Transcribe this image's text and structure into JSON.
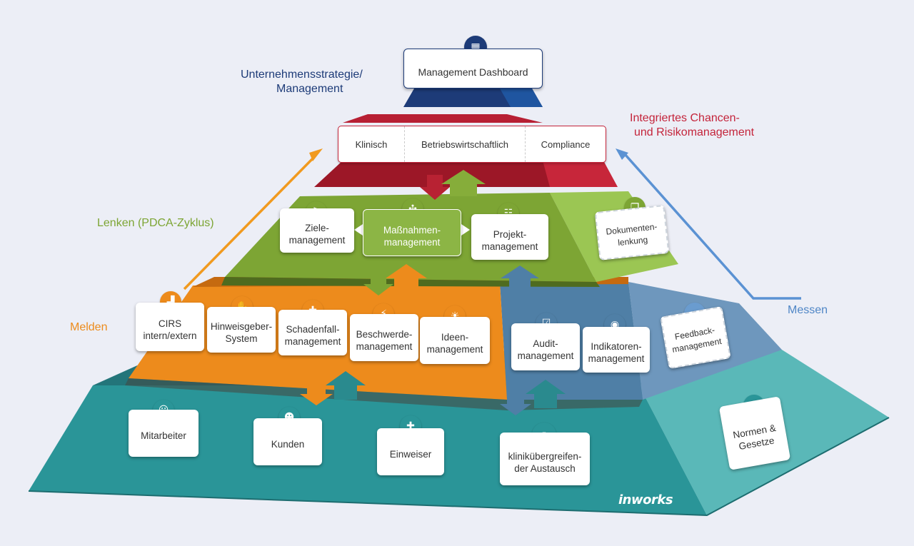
{
  "top": {
    "dashboard_label": "Management Dashboard",
    "strategy_label_line1": "Unternehmensstrategie/",
    "strategy_label_line2": "Management"
  },
  "risk": {
    "label_line1": "Integriertes Chancen-",
    "label_line2": "und Risikomanagement",
    "segments": [
      "Klinisch",
      "Betriebswirtschaftlich",
      "Compliance"
    ]
  },
  "side_labels": {
    "lenken": "Lenken (PDCA-Zyklus)",
    "melden": "Melden",
    "messen": "Messen"
  },
  "green_level": {
    "items": [
      "Ziele-\nmanagement",
      "Maßnahmen-\nmanagement",
      "Projekt-\nmanagement",
      "Dokumenten-\nlenkung"
    ]
  },
  "orange_level": {
    "items": [
      "CIRS\nintern/extern",
      "Hinweisgeber-\nSystem",
      "Schadenfall-\nmanagement",
      "Beschwerde-\nmanagement",
      "Ideen-\nmanagement"
    ]
  },
  "blue_level": {
    "items": [
      "Audit-\nmanagement",
      "Indikatoren-\nmanagement",
      "Feedback-\nmanagement"
    ]
  },
  "base_level": {
    "items": [
      "Mitarbeiter",
      "Kunden",
      "Einweiser",
      "klinikübergreifen-\nder Austausch",
      "Normen &\nGesetze"
    ]
  },
  "brand": {
    "logo_text": "inworks"
  },
  "colors": {
    "navy": "#1d3b78",
    "red": "#b71f33",
    "green": "#7da534",
    "orange": "#ed8b1c",
    "steel_blue": "#4f7fa6",
    "teal": "#2e9a9c",
    "light_blue": "#5b92d3"
  }
}
